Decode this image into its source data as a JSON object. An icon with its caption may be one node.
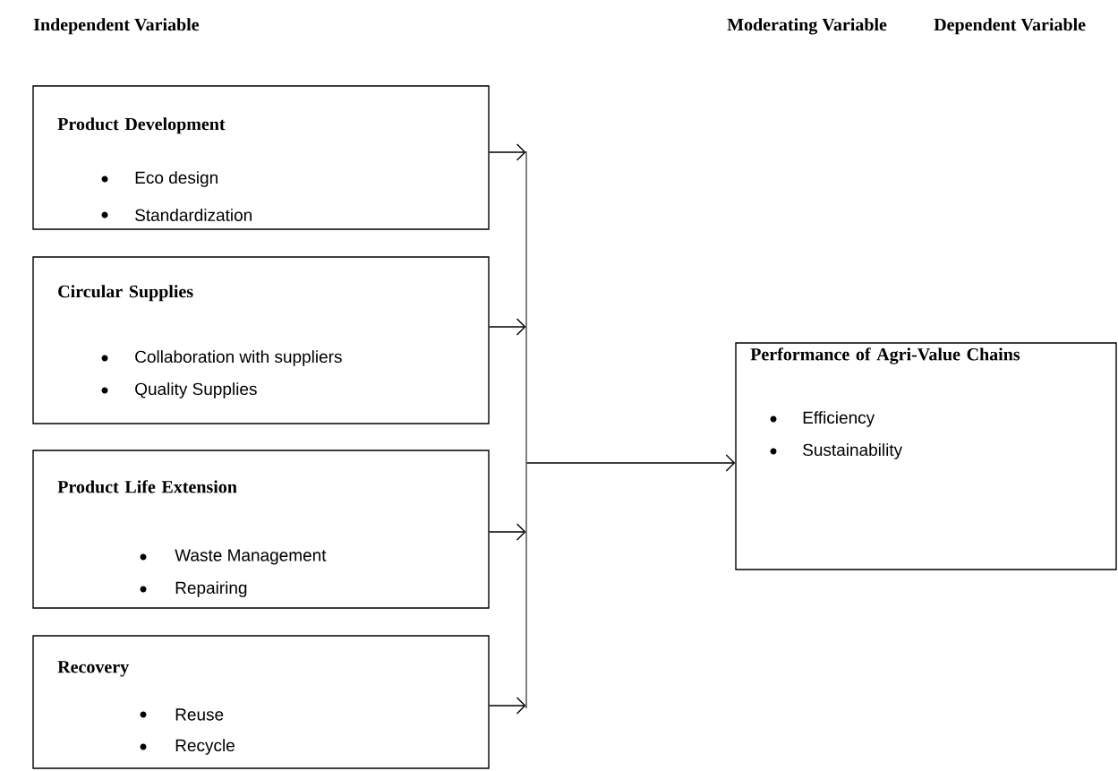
{
  "diagram": {
    "nodes": [
      {
        "text": [
          "Product Development",
          "Eco design",
          "Standardization"
        ]
      },
      {
        "text": [
          "Circular Supplies",
          "Collaboration with suppliers",
          "Quality Supplies"
        ]
      },
      {
        "text": [
          "Product Life Extension",
          "Waste Management",
          "Repairing"
        ]
      },
      {
        "text": [
          "Recovery",
          "Reuse",
          "Recycle"
        ]
      },
      {
        "text": [],
        "shape": "bar"
      },
      {
        "text": [
          "Performance of Agri-Value Chains",
          "Efficiency",
          "Sustainability"
        ]
      }
    ],
    "edges": [
      {
        "from": 0,
        "to": 4,
        "arrow": "to"
      },
      {
        "from": 1,
        "to": 4,
        "arrow": "to"
      },
      {
        "from": 2,
        "to": 4,
        "arrow": "to"
      },
      {
        "from": 3,
        "to": 4,
        "arrow": "to"
      },
      {
        "from": 4,
        "to": 5,
        "arrow": "to"
      }
    ],
    "labels": [
      "Independent Variable",
      "Moderating Variable",
      "Dependent Variable"
    ]
  }
}
